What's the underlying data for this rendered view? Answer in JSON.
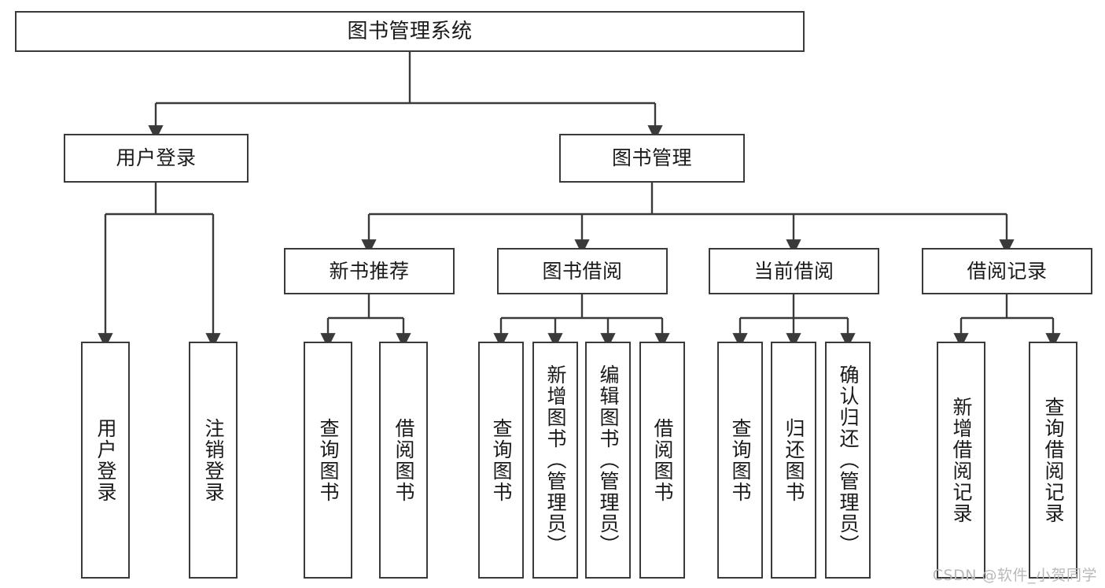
{
  "diagram": {
    "title": "图书管理系统",
    "type": "tree-hierarchy",
    "stroke_color": "#3a3a3a",
    "background_color": "#ffffff",
    "text_color": "#1a1a1a",
    "nodes": {
      "root": {
        "label": "图书管理系统"
      },
      "level2": [
        {
          "label": "用户登录"
        },
        {
          "label": "图书管理"
        }
      ],
      "level3": [
        {
          "label": "新书推荐"
        },
        {
          "label": "图书借阅"
        },
        {
          "label": "当前借阅"
        },
        {
          "label": "借阅记录"
        }
      ],
      "leaves": [
        {
          "label": "用户登录"
        },
        {
          "label": "注销登录"
        },
        {
          "label": "查询图书"
        },
        {
          "label": "借阅图书"
        },
        {
          "label": "查询图书"
        },
        {
          "label": "新增图书（管理员）"
        },
        {
          "label": "编辑图书（管理员）"
        },
        {
          "label": "借阅图书"
        },
        {
          "label": "查询图书"
        },
        {
          "label": "归还图书"
        },
        {
          "label": "确认归还（管理员）"
        },
        {
          "label": "新增借阅记录"
        },
        {
          "label": "查询借阅记录"
        }
      ]
    }
  },
  "watermark": {
    "text": "CSDN @软件_小贺同学"
  }
}
